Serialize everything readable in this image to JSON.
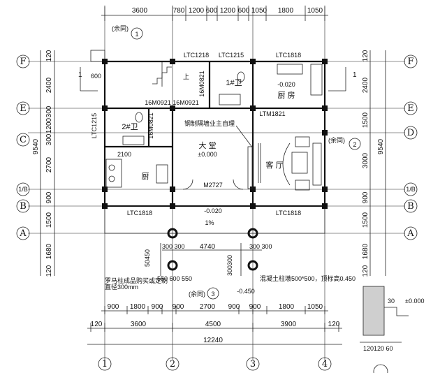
{
  "top_dims": [
    "3600",
    "780",
    "1200",
    "600",
    "1200",
    "600",
    "1050",
    "1800",
    "1050"
  ],
  "bottom_dims_1": [
    "900",
    "1800",
    "900",
    "900",
    "2700",
    "900",
    "900",
    "1800",
    "1050"
  ],
  "bottom_dims_2": [
    "120",
    "3600",
    "4500",
    "3900",
    "120"
  ],
  "bottom_total": "12240",
  "grid_rows": [
    "F",
    "E",
    "C",
    "1/B",
    "B",
    "A"
  ],
  "grid_rows_right": [
    "F",
    "E",
    "D",
    "1/B",
    "B",
    "A"
  ],
  "grid_cols": [
    "1",
    "2",
    "3",
    "4"
  ],
  "left_dims": [
    "120",
    "2400",
    "300",
    "1200",
    "300",
    "2700",
    "900",
    "1500",
    "1680",
    "120"
  ],
  "left_total": "9540",
  "right_dims": [
    "120",
    "2400",
    "1500",
    "3000",
    "900",
    "1500",
    "1680",
    "120"
  ],
  "right_total": "9540",
  "rooms": {
    "hall": "大 堂",
    "hall_level": "±0.000",
    "living": "客 厅",
    "kitchen_l": "厨",
    "kitchen_r": "厨 房",
    "wc1": "1#卫",
    "wc2": "2#卫"
  },
  "labels": {
    "ltc1218": "LTC1218",
    "ltc1215": "LTC1215",
    "ltc1818": "LTC1818",
    "ltc1818b": "LTC1818",
    "ltc1818c": "LTC1818",
    "ltc1215v": "LTC1215",
    "ltm1821": "LTM1821",
    "m0821": "16M0821",
    "m0821b": "16M0821",
    "m0921": "16M0921 16M0921",
    "m2727": "M2727",
    "d2100": "2100",
    "lvl1": "-0.020",
    "lvl2": "-0.020",
    "lvl3": "-0.450",
    "slope": "1%",
    "glass": "钢制隔墙业主自理",
    "dim4740": "4740",
    "d300a": "300 300",
    "d300b": "300 300",
    "d300c": "300300",
    "d50": "50450",
    "pole_note": "罗马柱成品购买或定制",
    "pole_note2": "直径300mm",
    "col_note": "混凝土柱墩500*500，顶标高0.450",
    "d550": "550 600 550",
    "yuyu": "(余同)",
    "yuyu2": "(余同)",
    "yuyu3": "(余同)",
    "up": "上",
    "sec1": "1",
    "sec1r": "1",
    "sec_small": "1",
    "sec_small2": "3",
    "sec_small3": "2",
    "d600": "600",
    "det_level": "±0.000",
    "det_dims": "120120 60",
    "det_30": "30"
  }
}
